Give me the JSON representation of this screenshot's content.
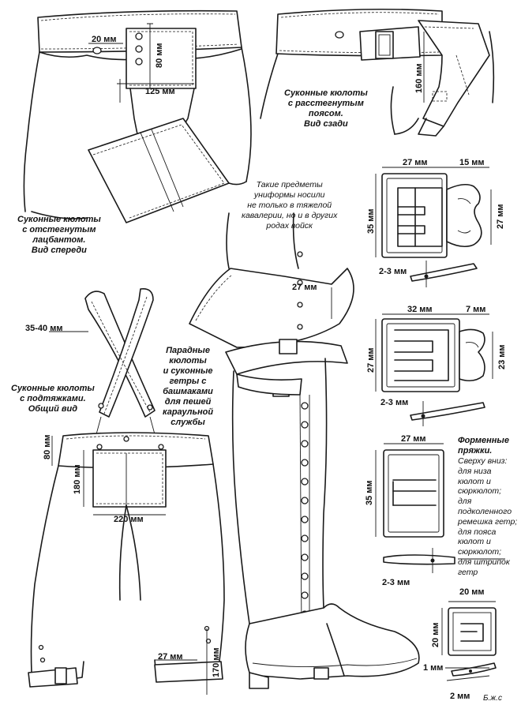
{
  "captions": {
    "front": [
      "Суконные кюлоты",
      "с отстегнутым",
      "лацбантом.",
      "Вид спереди"
    ],
    "back": [
      "Суконные кюлоты",
      "с расстегнутым",
      "поясом.",
      "Вид сзади"
    ],
    "note": [
      "Такие предметы",
      "униформы носили",
      "не только в тяжелой",
      "кавалерии, но и в других",
      "родах войск"
    ],
    "parade": [
      "Парадные",
      "кюлоты",
      "и суконные",
      "гетры с",
      "башмаками",
      "для пешей",
      "караульной",
      "службы"
    ],
    "suspenders": [
      "Суконные кюлоты",
      "с подтяжками.",
      "Общий вид"
    ],
    "buckles_title": "Форменные",
    "buckles_title2": "пряжки.",
    "buckles_list": [
      "Сверху вниз:",
      "для низа",
      "кюлот и",
      "сюркюлот;",
      "для",
      "подколенного",
      "ремешка гетр;",
      "для пояса",
      "кюлот и",
      "сюркюлот;",
      "для штрипок",
      "гетр"
    ]
  },
  "dimensions": {
    "d20_top": "20 мм",
    "d80_top": "80 мм",
    "d125": "125 мм",
    "d160": "160 мм",
    "b1_w": "27 мм",
    "b1_tab": "15 мм",
    "b1_h": "35 мм",
    "b1_h2": "27 мм",
    "b1_t": "2-3 мм",
    "strap": "35-40 мм",
    "gaiter_top": "27 мм",
    "b2_w": "32 мм",
    "b2_tab": "7 мм",
    "b2_h": "27 мм",
    "b2_h2": "23 мм",
    "b2_t": "2-3 мм",
    "b3_w": "27 мм",
    "b3_h": "35 мм",
    "b3_t": "2-3 мм",
    "d80_mid": "80 мм",
    "d180": "180 мм",
    "d220": "220 мм",
    "b4_w": "20 мм",
    "b4_h": "20 мм",
    "b4_t1": "1 мм",
    "b4_t2": "2 мм",
    "d27_bottom": "27 мм",
    "d170": "170 мм"
  },
  "signature": "Б.ж.с"
}
